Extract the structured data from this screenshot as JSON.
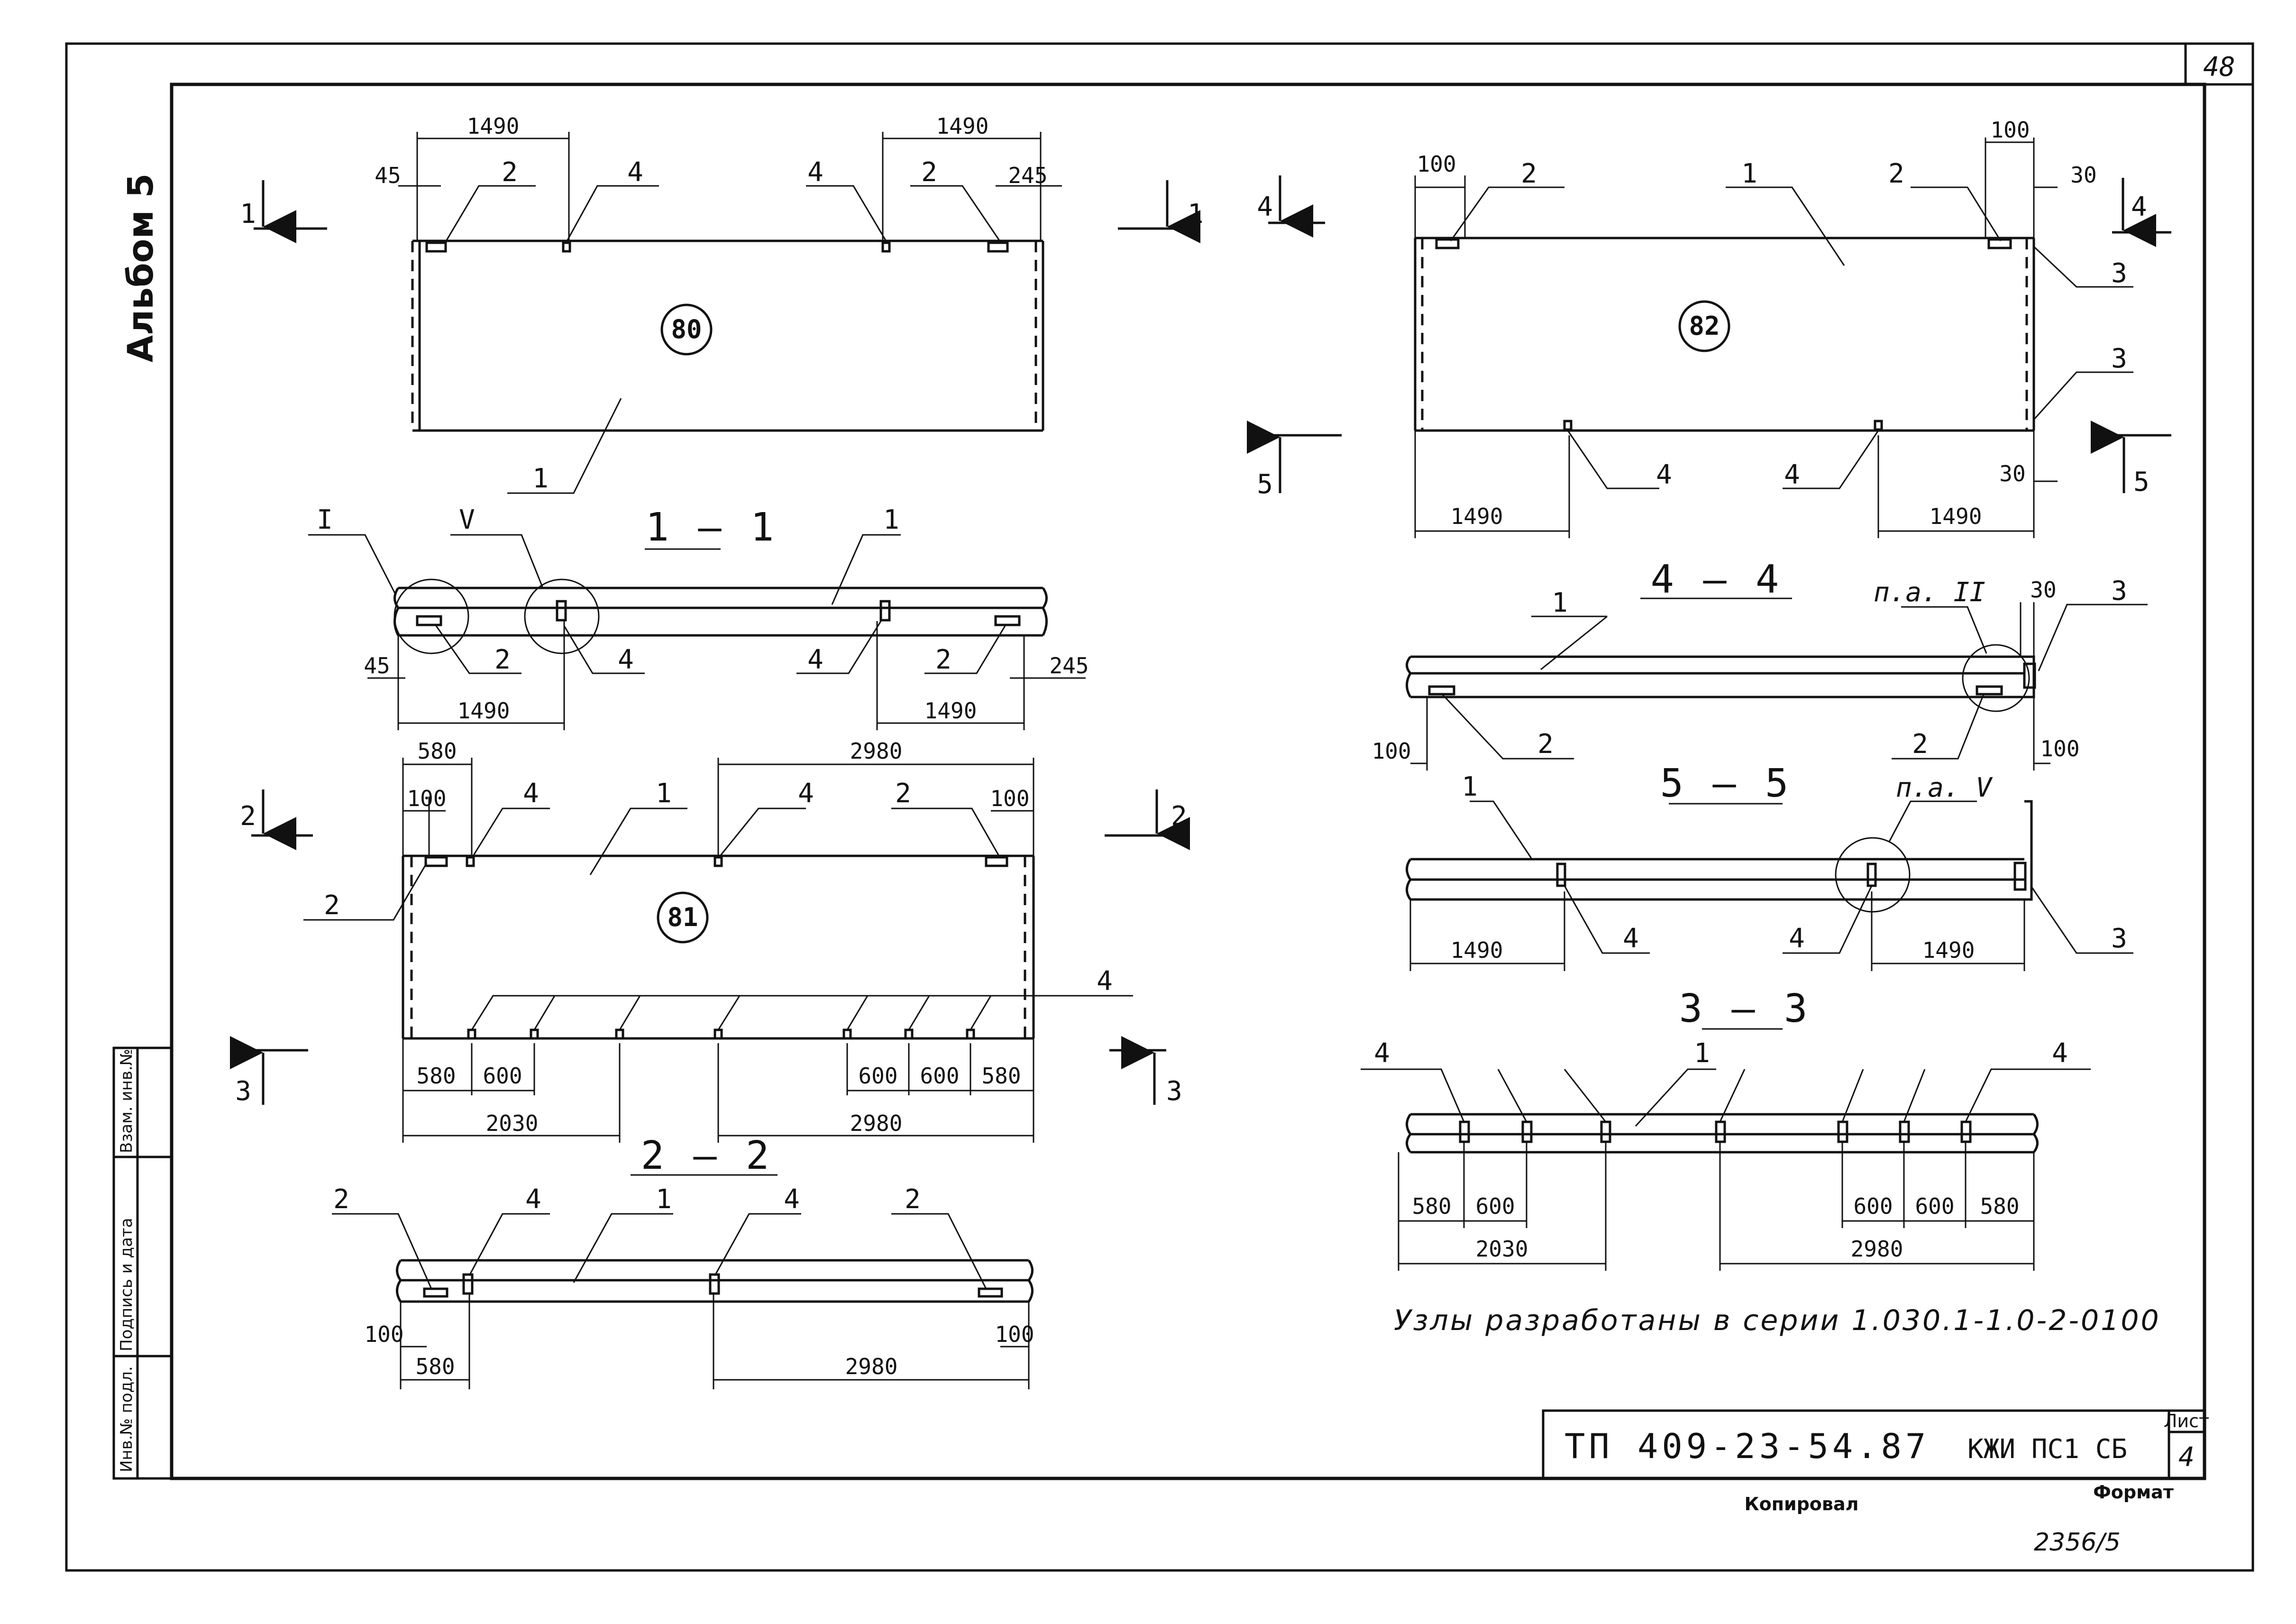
{
  "sheet": {
    "page_number": "48",
    "album": "Альбом 5",
    "stamp_labels": [
      "Инв.№ подл.",
      "Подпись и дата",
      "Взам. инв.№"
    ],
    "note": "Узлы разработаны в серии 1.030.1-1.0-2-0100",
    "copied_by": "Копировал",
    "format_label": "Формат",
    "archive_number": "2356/5"
  },
  "title_block": {
    "doc_code": "ТП  409-23-54.87",
    "mark": "КЖИ ПС1 СБ",
    "sheet_label": "Лист",
    "sheet_number": "4"
  },
  "panels": {
    "p80": {
      "mark": "80",
      "dims": [
        "1490",
        "1490",
        "45",
        "245"
      ],
      "labels": [
        "2",
        "4",
        "4",
        "2",
        "1"
      ],
      "cut": "1"
    },
    "p81": {
      "mark": "81",
      "dims": [
        "580",
        "100",
        "2980",
        "100",
        "580",
        "600",
        "2030",
        "600",
        "600",
        "580",
        "2980"
      ],
      "labels": [
        "4",
        "1",
        "4",
        "2",
        "2",
        "4"
      ],
      "cut_top": "2",
      "cut_bottom": "3"
    },
    "p82": {
      "mark": "82",
      "dims": [
        "100",
        "100",
        "30",
        "30",
        "1490",
        "1490"
      ],
      "labels": [
        "2",
        "1",
        "2",
        "3",
        "3",
        "4",
        "4"
      ],
      "cut_top": "4",
      "cut_bottom": "5"
    }
  },
  "sections": {
    "s11": {
      "title": "1 – 1",
      "callouts": [
        "I",
        "V"
      ],
      "dims": [
        "45",
        "1490",
        "1490",
        "245"
      ],
      "labels": [
        "1",
        "2",
        "4",
        "4",
        "2"
      ]
    },
    "s22": {
      "title": "2 – 2",
      "dims": [
        "100",
        "580",
        "2980",
        "100"
      ],
      "labels": [
        "2",
        "4",
        "1",
        "4",
        "2"
      ]
    },
    "s44": {
      "title": "4 – 4",
      "callout": "п.а. II",
      "dims": [
        "30",
        "100",
        "100"
      ],
      "labels": [
        "1",
        "3",
        "2",
        "2"
      ]
    },
    "s55": {
      "title": "5 – 5",
      "callout": "п.а. V",
      "dims": [
        "1490",
        "1490"
      ],
      "labels": [
        "1",
        "4",
        "4",
        "3"
      ]
    },
    "s33": {
      "title": "3 – 3",
      "dims": [
        "580",
        "600",
        "2030",
        "600",
        "600",
        "580",
        "2980"
      ],
      "labels": [
        "4",
        "1",
        "4"
      ]
    }
  }
}
